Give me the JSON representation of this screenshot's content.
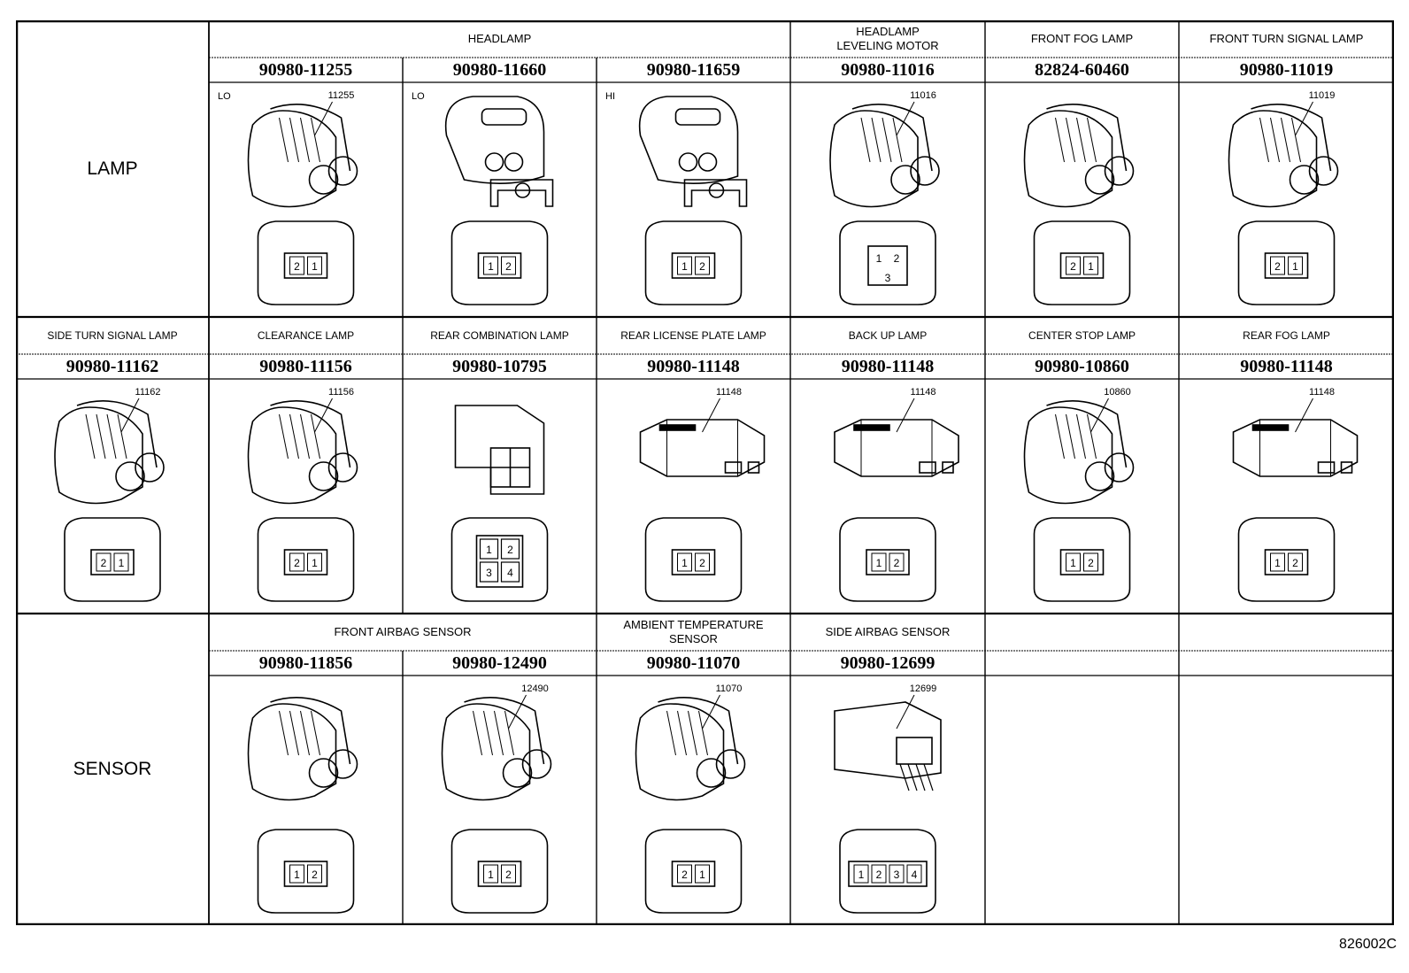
{
  "categories": {
    "lamp": "LAMP",
    "sensor": "SENSOR"
  },
  "row1": {
    "groups": [
      {
        "name": "HEADLAMP"
      },
      {
        "name": "HEADLAMP\nLEVELING MOTOR"
      },
      {
        "name": "FRONT FOG LAMP"
      },
      {
        "name": "FRONT TURN SIGNAL LAMP"
      }
    ],
    "parts": [
      {
        "pn": "90980-11255",
        "tag": "LO",
        "callout": "11255",
        "pins": [
          "2",
          "1"
        ]
      },
      {
        "pn": "90980-11660",
        "tag": "LO",
        "callout": "",
        "pins": [
          "1",
          "2"
        ]
      },
      {
        "pn": "90980-11659",
        "tag": "HI",
        "callout": "",
        "pins": [
          "1",
          "2"
        ]
      },
      {
        "pn": "90980-11016",
        "tag": "",
        "callout": "11016",
        "pins": [
          "1",
          "2",
          "3"
        ]
      },
      {
        "pn": "82824-60460",
        "tag": "",
        "callout": "",
        "pins": [
          "2",
          "1"
        ]
      },
      {
        "pn": "90980-11019",
        "tag": "",
        "callout": "11019",
        "pins": [
          "2",
          "1"
        ]
      }
    ]
  },
  "row2": {
    "parts": [
      {
        "name": "SIDE TURN SIGNAL LAMP",
        "pn": "90980-11162",
        "callout": "11162",
        "pins": [
          "2",
          "1"
        ]
      },
      {
        "name": "CLEARANCE LAMP",
        "pn": "90980-11156",
        "callout": "11156",
        "pins": [
          "2",
          "1"
        ]
      },
      {
        "name": "REAR COMBINATION LAMP",
        "pn": "90980-10795",
        "callout": "",
        "pins": [
          "1",
          "2",
          "3",
          "4"
        ]
      },
      {
        "name": "REAR LICENSE PLATE LAMP",
        "pn": "90980-11148",
        "callout": "11148",
        "pins": [
          "1",
          "2"
        ]
      },
      {
        "name": "BACK UP LAMP",
        "pn": "90980-11148",
        "callout": "11148",
        "pins": [
          "1",
          "2"
        ]
      },
      {
        "name": "CENTER STOP LAMP",
        "pn": "90980-10860",
        "callout": "10860",
        "pins": [
          "1",
          "2"
        ]
      },
      {
        "name": "REAR FOG LAMP",
        "pn": "90980-11148",
        "callout": "11148",
        "pins": [
          "1",
          "2"
        ]
      }
    ]
  },
  "row3": {
    "groups": [
      {
        "name": "FRONT AIRBAG SENSOR"
      },
      {
        "name": "AMBIENT TEMPERATURE\nSENSOR"
      },
      {
        "name": "SIDE AIRBAG SENSOR"
      }
    ],
    "parts": [
      {
        "pn": "90980-11856",
        "callout": "",
        "pins": [
          "1",
          "2"
        ]
      },
      {
        "pn": "90980-12490",
        "callout": "12490",
        "pins": [
          "1",
          "2"
        ]
      },
      {
        "pn": "90980-11070",
        "callout": "11070",
        "pins": [
          "2",
          "1"
        ]
      },
      {
        "pn": "90980-12699",
        "callout": "12699",
        "pins": [
          "1",
          "2",
          "3",
          "4"
        ]
      }
    ]
  },
  "footer": {
    "code": "826002C"
  }
}
